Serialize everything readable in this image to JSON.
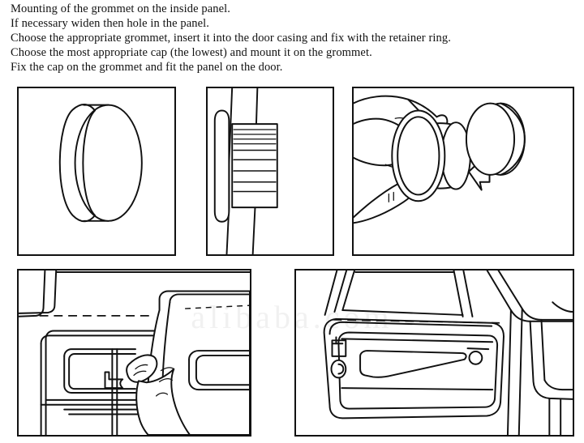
{
  "instructions": {
    "lines": [
      "Mounting of the grommet on the inside panel.",
      "If necessary widen then hole in the panel.",
      "Choose the appropriate grommet, insert it into the door casing and fix with the retainer ring.",
      "Choose the most appropriate cap (the lowest) and mount it on the grommet.",
      "Fix the cap on the grommet and  fit the panel on the door."
    ]
  },
  "watermark": {
    "text": "alibaba.com"
  },
  "colors": {
    "ink": "#111111",
    "background": "#ffffff",
    "text": "#121212"
  },
  "panels": [
    {
      "id": "panel-1",
      "step": 1,
      "caption": "Grommet ring shown in perspective",
      "icon": "grommet-ring-perspective"
    },
    {
      "id": "panel-2",
      "step": 2,
      "caption": "Sectioned grommet body with stepped ridges inserted through the panel wall",
      "icon": "grommet-section-in-panel"
    },
    {
      "id": "panel-3",
      "step": 3,
      "caption": "Hand holding the cap with the retainer ring and assembly arrow",
      "icon": "hand-holding-cap-with-retainer-ring"
    },
    {
      "id": "panel-4",
      "step": 4,
      "caption": "Hand fitting the trim panel onto the door frame along the dashed alignment line",
      "icon": "hand-fitting-door-panel"
    },
    {
      "id": "panel-5",
      "step": 5,
      "caption": "Completed door with the trim panel, handle recess and lock pin in place",
      "icon": "finished-door-panel"
    }
  ]
}
